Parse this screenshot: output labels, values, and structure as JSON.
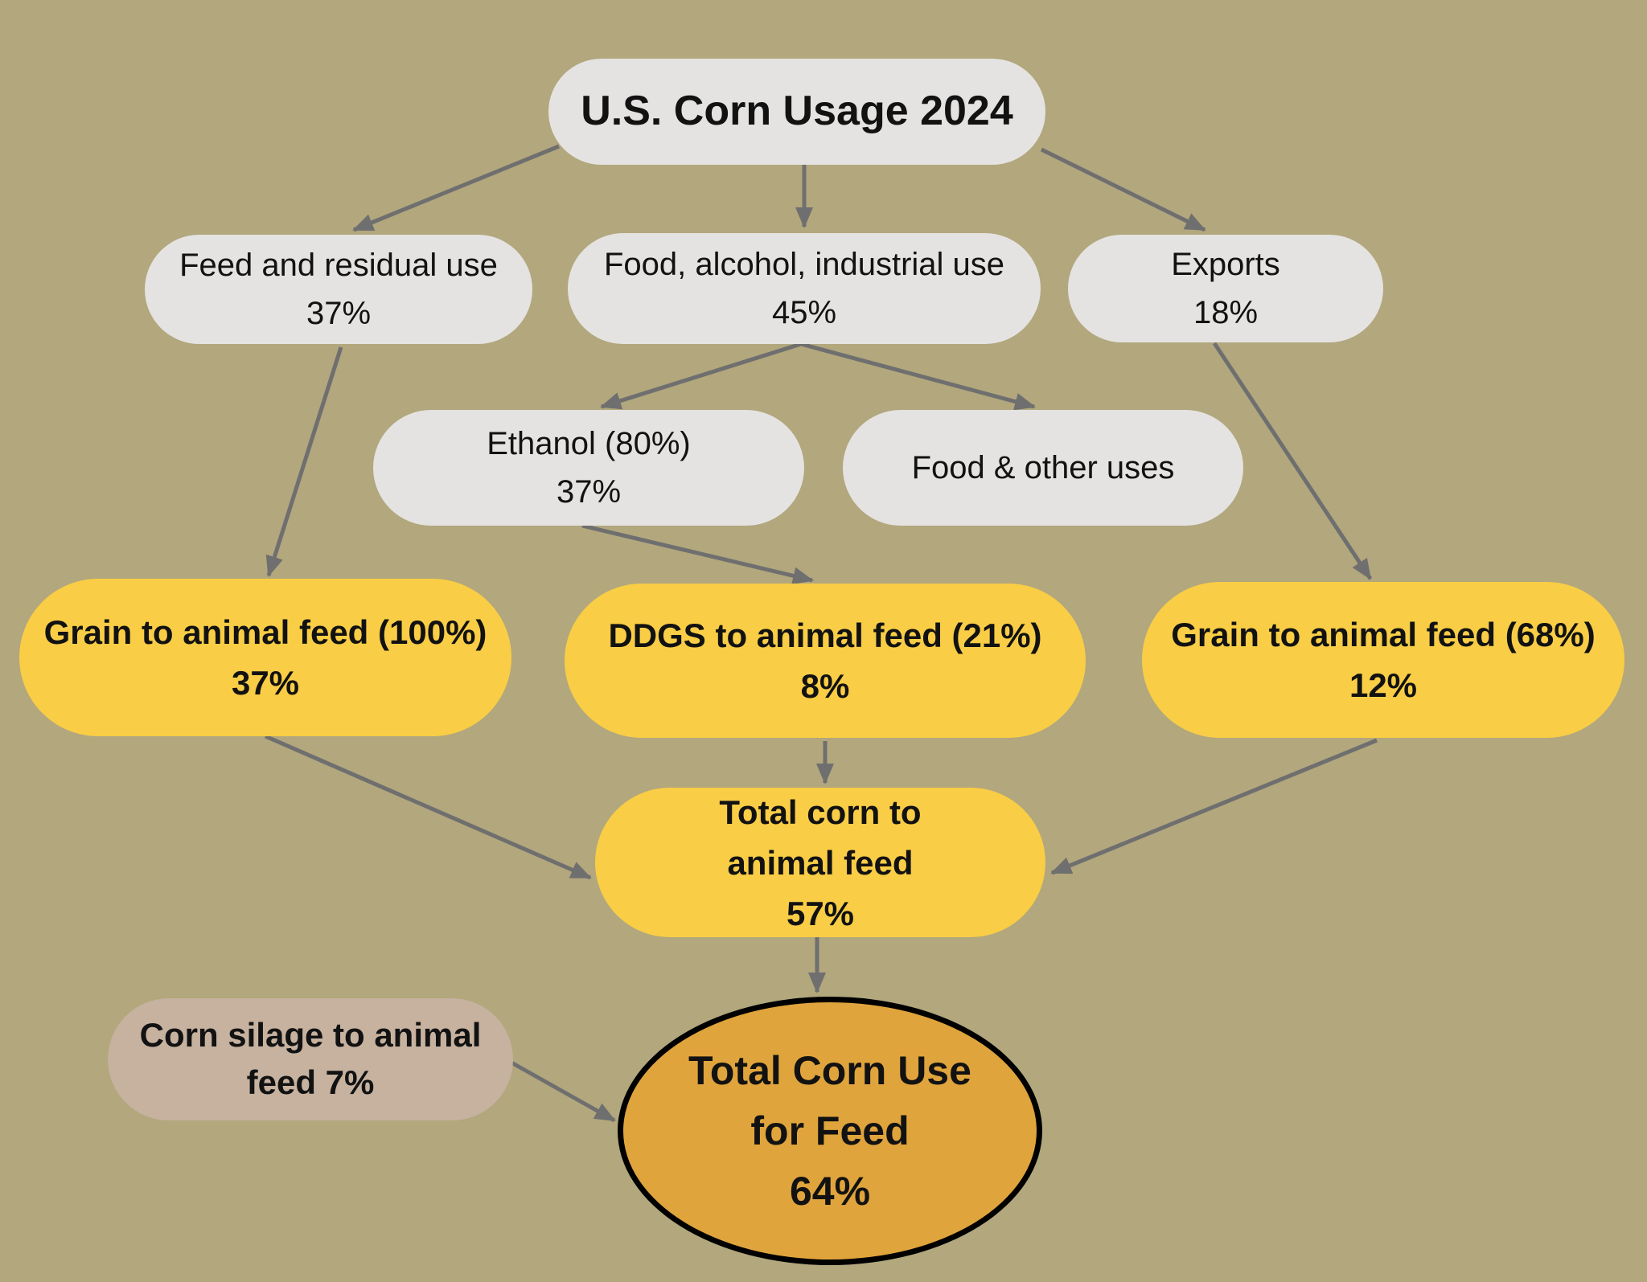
{
  "diagram_title": "U.S. Corn Usage 2024",
  "colors": {
    "background": "#b2a77d",
    "node_gray": "#e4e3e1",
    "node_yellow": "#f9cd45",
    "node_tan": "#c6b29f",
    "node_orange": "#e0a43c",
    "arrow": "#6f6f6f",
    "text": "#121212"
  },
  "nodes": {
    "title": {
      "label": "U.S. Corn Usage 2024"
    },
    "feed_residual": {
      "label": "Feed and residual use",
      "value": "37%"
    },
    "food_alcohol_industrial": {
      "label": "Food, alcohol, industrial use",
      "value": "45%"
    },
    "exports": {
      "label": "Exports",
      "value": "18%"
    },
    "ethanol": {
      "label": "Ethanol (80%)",
      "value": "37%"
    },
    "food_other": {
      "label": "Food & other uses"
    },
    "grain_feed_100": {
      "label": "Grain to animal feed (100%)",
      "value": "37%"
    },
    "ddgs_feed": {
      "label": "DDGS to animal feed (21%)",
      "value": "8%"
    },
    "grain_feed_68": {
      "label": "Grain to animal feed (68%)",
      "value": "12%"
    },
    "total_corn_feed": {
      "line1": "Total corn to",
      "line2": "animal feed",
      "value": "57%"
    },
    "corn_silage": {
      "line1": "Corn silage to animal",
      "line2": "feed 7%"
    },
    "total_corn_use": {
      "line1": "Total Corn Use",
      "line2": "for Feed",
      "value": "64%"
    }
  },
  "edges": [
    {
      "from": "title",
      "to": "feed_residual"
    },
    {
      "from": "title",
      "to": "food_alcohol_industrial"
    },
    {
      "from": "title",
      "to": "exports"
    },
    {
      "from": "food_alcohol_industrial",
      "to": "ethanol"
    },
    {
      "from": "food_alcohol_industrial",
      "to": "food_other"
    },
    {
      "from": "feed_residual",
      "to": "grain_feed_100"
    },
    {
      "from": "ethanol",
      "to": "ddgs_feed"
    },
    {
      "from": "exports",
      "to": "grain_feed_68"
    },
    {
      "from": "grain_feed_100",
      "to": "total_corn_feed"
    },
    {
      "from": "ddgs_feed",
      "to": "total_corn_feed"
    },
    {
      "from": "grain_feed_68",
      "to": "total_corn_feed"
    },
    {
      "from": "total_corn_feed",
      "to": "total_corn_use"
    },
    {
      "from": "corn_silage",
      "to": "total_corn_use"
    }
  ]
}
